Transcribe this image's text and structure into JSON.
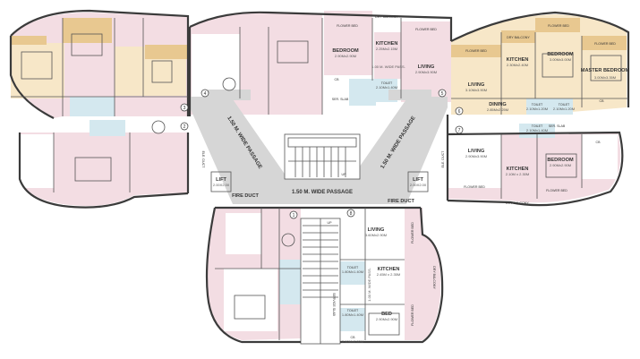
{
  "passages": {
    "center": "1.50 M. WIDE PASSAGE",
    "left_diag": "1.50 M. WIDE PASSAGE",
    "right_diag": "1.50 M. WIDE PASSAGE",
    "kitchen_pass": "1.00 M. WIDE PASS.",
    "bottom_pass": "1.00 M. WIDE PASS."
  },
  "services": {
    "ele_duct_left": "ELE. DUCT",
    "ele_duct_right": "ELE. DUCT",
    "fire_duct_left": "FIRE DUCT",
    "fire_duct_right": "FIRE DUCT",
    "lift_left": "LIFT",
    "lift_left_dim": "2.00X2.00",
    "lift_right": "LIFT",
    "lift_right_dim": "2.00X2.00",
    "up": "UP",
    "service_slab": "SERVICE SLAB"
  },
  "flat_numbers": [
    "1",
    "2",
    "3",
    "4",
    "5",
    "6",
    "7",
    "8"
  ],
  "top_flat": {
    "flower_bed": "FLOWER BED",
    "dry_balcony": "DRY BALCONY",
    "flower_bed_2": "FLOWER BED",
    "bedroom": "BEDROOM",
    "bedroom_dim": "2.90Mx2.90M",
    "kitchen": "KITCHEN",
    "kitchen_dim": "2.25Mx2.15M",
    "living": "LIVING",
    "living_dim": "2.90Mx3.90M",
    "cb": "CB",
    "toilet": "TOILET",
    "toilet_dim": "2.10Mx1.40M",
    "ser_slab": "SER. SLAB"
  },
  "right_top_flat": {
    "flower_bed": "FLOWER BED",
    "dry_balcony": "DRY BALCONY",
    "flower_bed_2": "FLOWER BED",
    "flower_bed_3": "FLOWER BED",
    "kitchen": "KITCHEN",
    "kitchen_dim": "2.30Mx2.40M",
    "bedroom": "BEDROOM",
    "bedroom_dim": "3.00Mx3.00M",
    "master": "MASTER BEDROOM",
    "master_dim": "3.00Mx3.35M",
    "living": "LIVING",
    "living_dim": "3.10Mx3.90M",
    "dining": "DINING",
    "dining_dim": "2.85Mx2.25M",
    "toilet": "TOILET",
    "toilet_dim": "2.10Mx1.20M",
    "toilet2": "TOILET",
    "toilet2_dim": "2.10Mx1.20M",
    "cb": "CB"
  },
  "right_bottom_flat": {
    "living": "LIVING",
    "living_dim": "2.90Mx3.90M",
    "kitchen": "KITCHEN",
    "kitchen_dim": "2.10M x 2.30M",
    "bedroom": "BEDROOM",
    "bedroom_dim": "2.90Mx2.90M",
    "toilet": "TOILET",
    "toilet_dim": "2.10Mx1.40M",
    "ser_slab": "SER. SLAB",
    "flower_bed": "FLOWER BED",
    "flower_bed_2": "FLOWER BED",
    "dry_balcony": "DRY BALCONY",
    "cb": "CB"
  },
  "bottom_flat": {
    "living": "LIVING",
    "living_dim": "3.60Mx2.90M",
    "kitchen": "KITCHEN",
    "kitchen_dim": "2.45M x 2.35M",
    "bed": "BED",
    "bed_dim": "2.90Mx2.90M",
    "toilet": "TOILET",
    "toilet_dim": "1.80Mx1.40M",
    "toilet2": "TOILET",
    "toilet2_dim": "1.80Mx1.40M",
    "flower_bed": "FLOWER BED",
    "flower_bed_2": "FLOWER BED",
    "dry_balcony": "DRY BALCONY",
    "cb": "CB",
    "cb_dim": "2.10Mx0.60M"
  }
}
